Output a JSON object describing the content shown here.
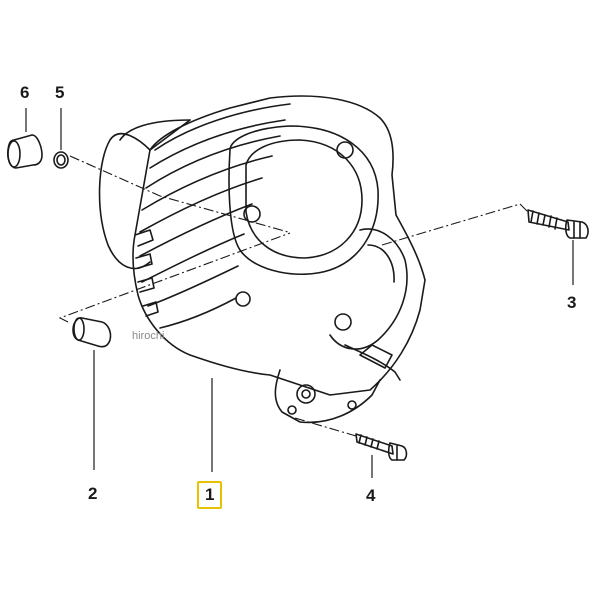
{
  "callouts": {
    "p1": "1",
    "p2": "2",
    "p3": "3",
    "p4": "4",
    "p5": "5",
    "p6": "6"
  },
  "highlight_color": "#e6c200",
  "watermark": "hirochi"
}
